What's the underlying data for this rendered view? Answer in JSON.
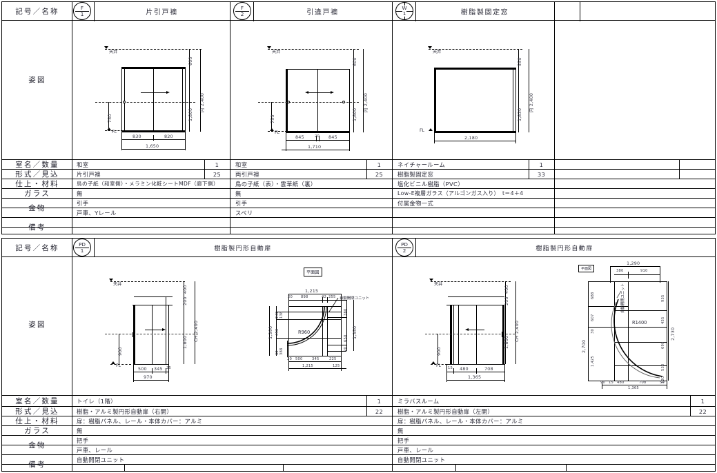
{
  "sheet": {
    "row_labels": {
      "symbol_name": "記号／名称",
      "elevation": "姿図",
      "room_qty": "室名／数量",
      "type_depth": "形式／見込",
      "finish_material": "仕上・材料",
      "glass": "ガラス",
      "hardware": "金物",
      "remarks": "備考"
    },
    "level_marks": {
      "ceiling": "天井",
      "floor": "FL"
    },
    "plan_label": "平面図",
    "auto_unit_label": "自動開閉ユニット"
  },
  "section1": {
    "items": [
      {
        "symbol_top": "F",
        "symbol_bottom": "1",
        "symbol_style": "stacked",
        "name": "片引戸襖",
        "room": "和室",
        "qty": "1",
        "type": "片引戸襖",
        "depth": "25",
        "finish": "鳥の子紙（和室側）・メラミン化粧シートMDF（廊下側）",
        "glass": "無",
        "hardware1": "引手",
        "hardware2": "戸車、Yレール",
        "remarks1": "",
        "remarks2": "",
        "elevation": {
          "widths": [
            "830",
            "820"
          ],
          "total_width": "1,650",
          "heights": [
            "600",
            "1,800"
          ],
          "total_height": "内 2,400",
          "handle_height": "750"
        }
      },
      {
        "symbol_top": "F",
        "symbol_bottom": "2",
        "symbol_style": "stacked",
        "name": "引違戸襖",
        "room": "和室",
        "qty": "1",
        "type": "両引戸襖",
        "depth": "25",
        "finish": "鳥の子紙（表）・雲華紙（裏）",
        "glass": "無",
        "hardware1": "引手",
        "hardware2": "スベリ",
        "remarks1": "",
        "remarks2": "",
        "elevation": {
          "widths": [
            "845",
            "20",
            "845"
          ],
          "total_width": "1,710",
          "heights": [
            "600",
            "1,800"
          ],
          "total_height": "内 2,400",
          "handle_height": "750"
        }
      },
      {
        "symbol_top": "W",
        "symbol_bottom": "1",
        "symbol_style": "cross",
        "name": "樹脂製固定窓",
        "room": "ネイチャールーム",
        "qty": "1",
        "type": "樹脂製固定窓",
        "depth": "33",
        "finish": "塩化ビニル樹脂（PVC）",
        "glass": "Low-E複層ガラス（アルゴンガス入り）　t＝4＋4",
        "hardware1": "付属金物一式",
        "hardware2": "",
        "remarks1": "",
        "remarks2": "",
        "elevation": {
          "widths": [
            "2,180"
          ],
          "total_width": "2,180",
          "heights": [
            "550",
            "1,830"
          ],
          "total_height": "内 2,400",
          "handle_height": ""
        }
      }
    ]
  },
  "section2": {
    "items": [
      {
        "symbol_top": "PD",
        "symbol_bottom": "1",
        "symbol_style": "stacked",
        "name": "樹脂製円形自動扉",
        "room": "トイレ（1階）",
        "qty": "1",
        "type": "樹脂・アルミ製円形自動扉（右開）",
        "depth": "22",
        "finish": "扉：樹脂パネル、レール・本体カバー：アルミ",
        "glass": "無",
        "hardware1": "把手",
        "hardware2": "戸車、レール",
        "remarks1": "自動開閉ユニット",
        "remarks2": "",
        "elevation": {
          "widths": [
            "500",
            "345",
            "25"
          ],
          "total_width": "970",
          "heights": [
            "400",
            "200",
            "1,800"
          ],
          "total_height": "CH 2,400",
          "handle_height": "900"
        },
        "plan": {
          "title": "平面図",
          "top_dims": [
            "20",
            "898",
            "42",
            "255"
          ],
          "top_total": "1,215",
          "bottom_dims": [
            "20",
            "500",
            "345",
            "225"
          ],
          "bottom_total": "1,215",
          "bottom_extra": "125",
          "left_dims": [
            "242",
            "138",
            "450",
            "62",
            "388"
          ],
          "left_total": "1,390",
          "right_dims": [
            "380",
            "650",
            "20"
          ],
          "right_total": "1,350",
          "radius": "R960",
          "unit_note": "自動開閉ユニット"
        }
      },
      {
        "symbol_top": "PD",
        "symbol_bottom": "2",
        "symbol_style": "stacked",
        "name": "樹脂製円形自動扉",
        "room": "ミラバスルーム",
        "qty": "1",
        "type": "樹脂・アルミ製円形自動扉（左開）",
        "depth": "22",
        "finish": "扉：樹脂パネル、レール・本体カバー：アルミ",
        "glass": "無",
        "hardware1": "把手",
        "hardware2": "戸車、レール",
        "remarks1": "自動開閉ユニット",
        "remarks2": "",
        "elevation": {
          "widths": [
            "15",
            "480",
            "708"
          ],
          "total_width": "1,365",
          "heights": [
            "400",
            "200",
            "1,800"
          ],
          "total_height": "CH 2,400",
          "handle_height": "900"
        },
        "plan": {
          "title": "平面図",
          "top_dims": [
            "380",
            "910"
          ],
          "top_total": "1,290",
          "bottom_dims": [
            "90",
            "15",
            "480",
            "708",
            "50"
          ],
          "bottom_total": "1,365",
          "left_dims": [
            "688",
            "607",
            "30",
            "1,425"
          ],
          "left_total": "2,700",
          "right_dims": [
            "935",
            "455",
            "690",
            "530",
            "120"
          ],
          "right_total": "2,730",
          "radius": "R1400",
          "unit_note": "自動開閉ユニット"
        }
      }
    ]
  }
}
